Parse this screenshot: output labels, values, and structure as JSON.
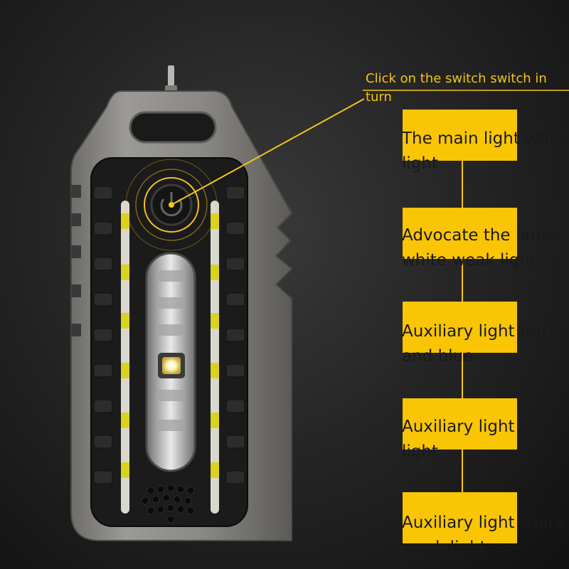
{
  "callout": {
    "text": "Click on the switch switch in turn",
    "color": "#f5c518"
  },
  "modes": [
    {
      "label": "The main light white light"
    },
    {
      "label": "Advocate the lamp white weak light"
    },
    {
      "label": "Auxiliary light red and blue"
    },
    {
      "label": "Auxiliary light white light"
    },
    {
      "label": "Auxiliary light white weak light"
    }
  ],
  "colors": {
    "accent": "#f9c505",
    "device_body": "#8f8d89",
    "device_inner": "#1b1b1b",
    "led": "#fffbe0"
  },
  "icons": [
    "power-button-icon",
    "led-emitter-icon",
    "speaker-grille-icon",
    "lanyard-hole-icon"
  ]
}
